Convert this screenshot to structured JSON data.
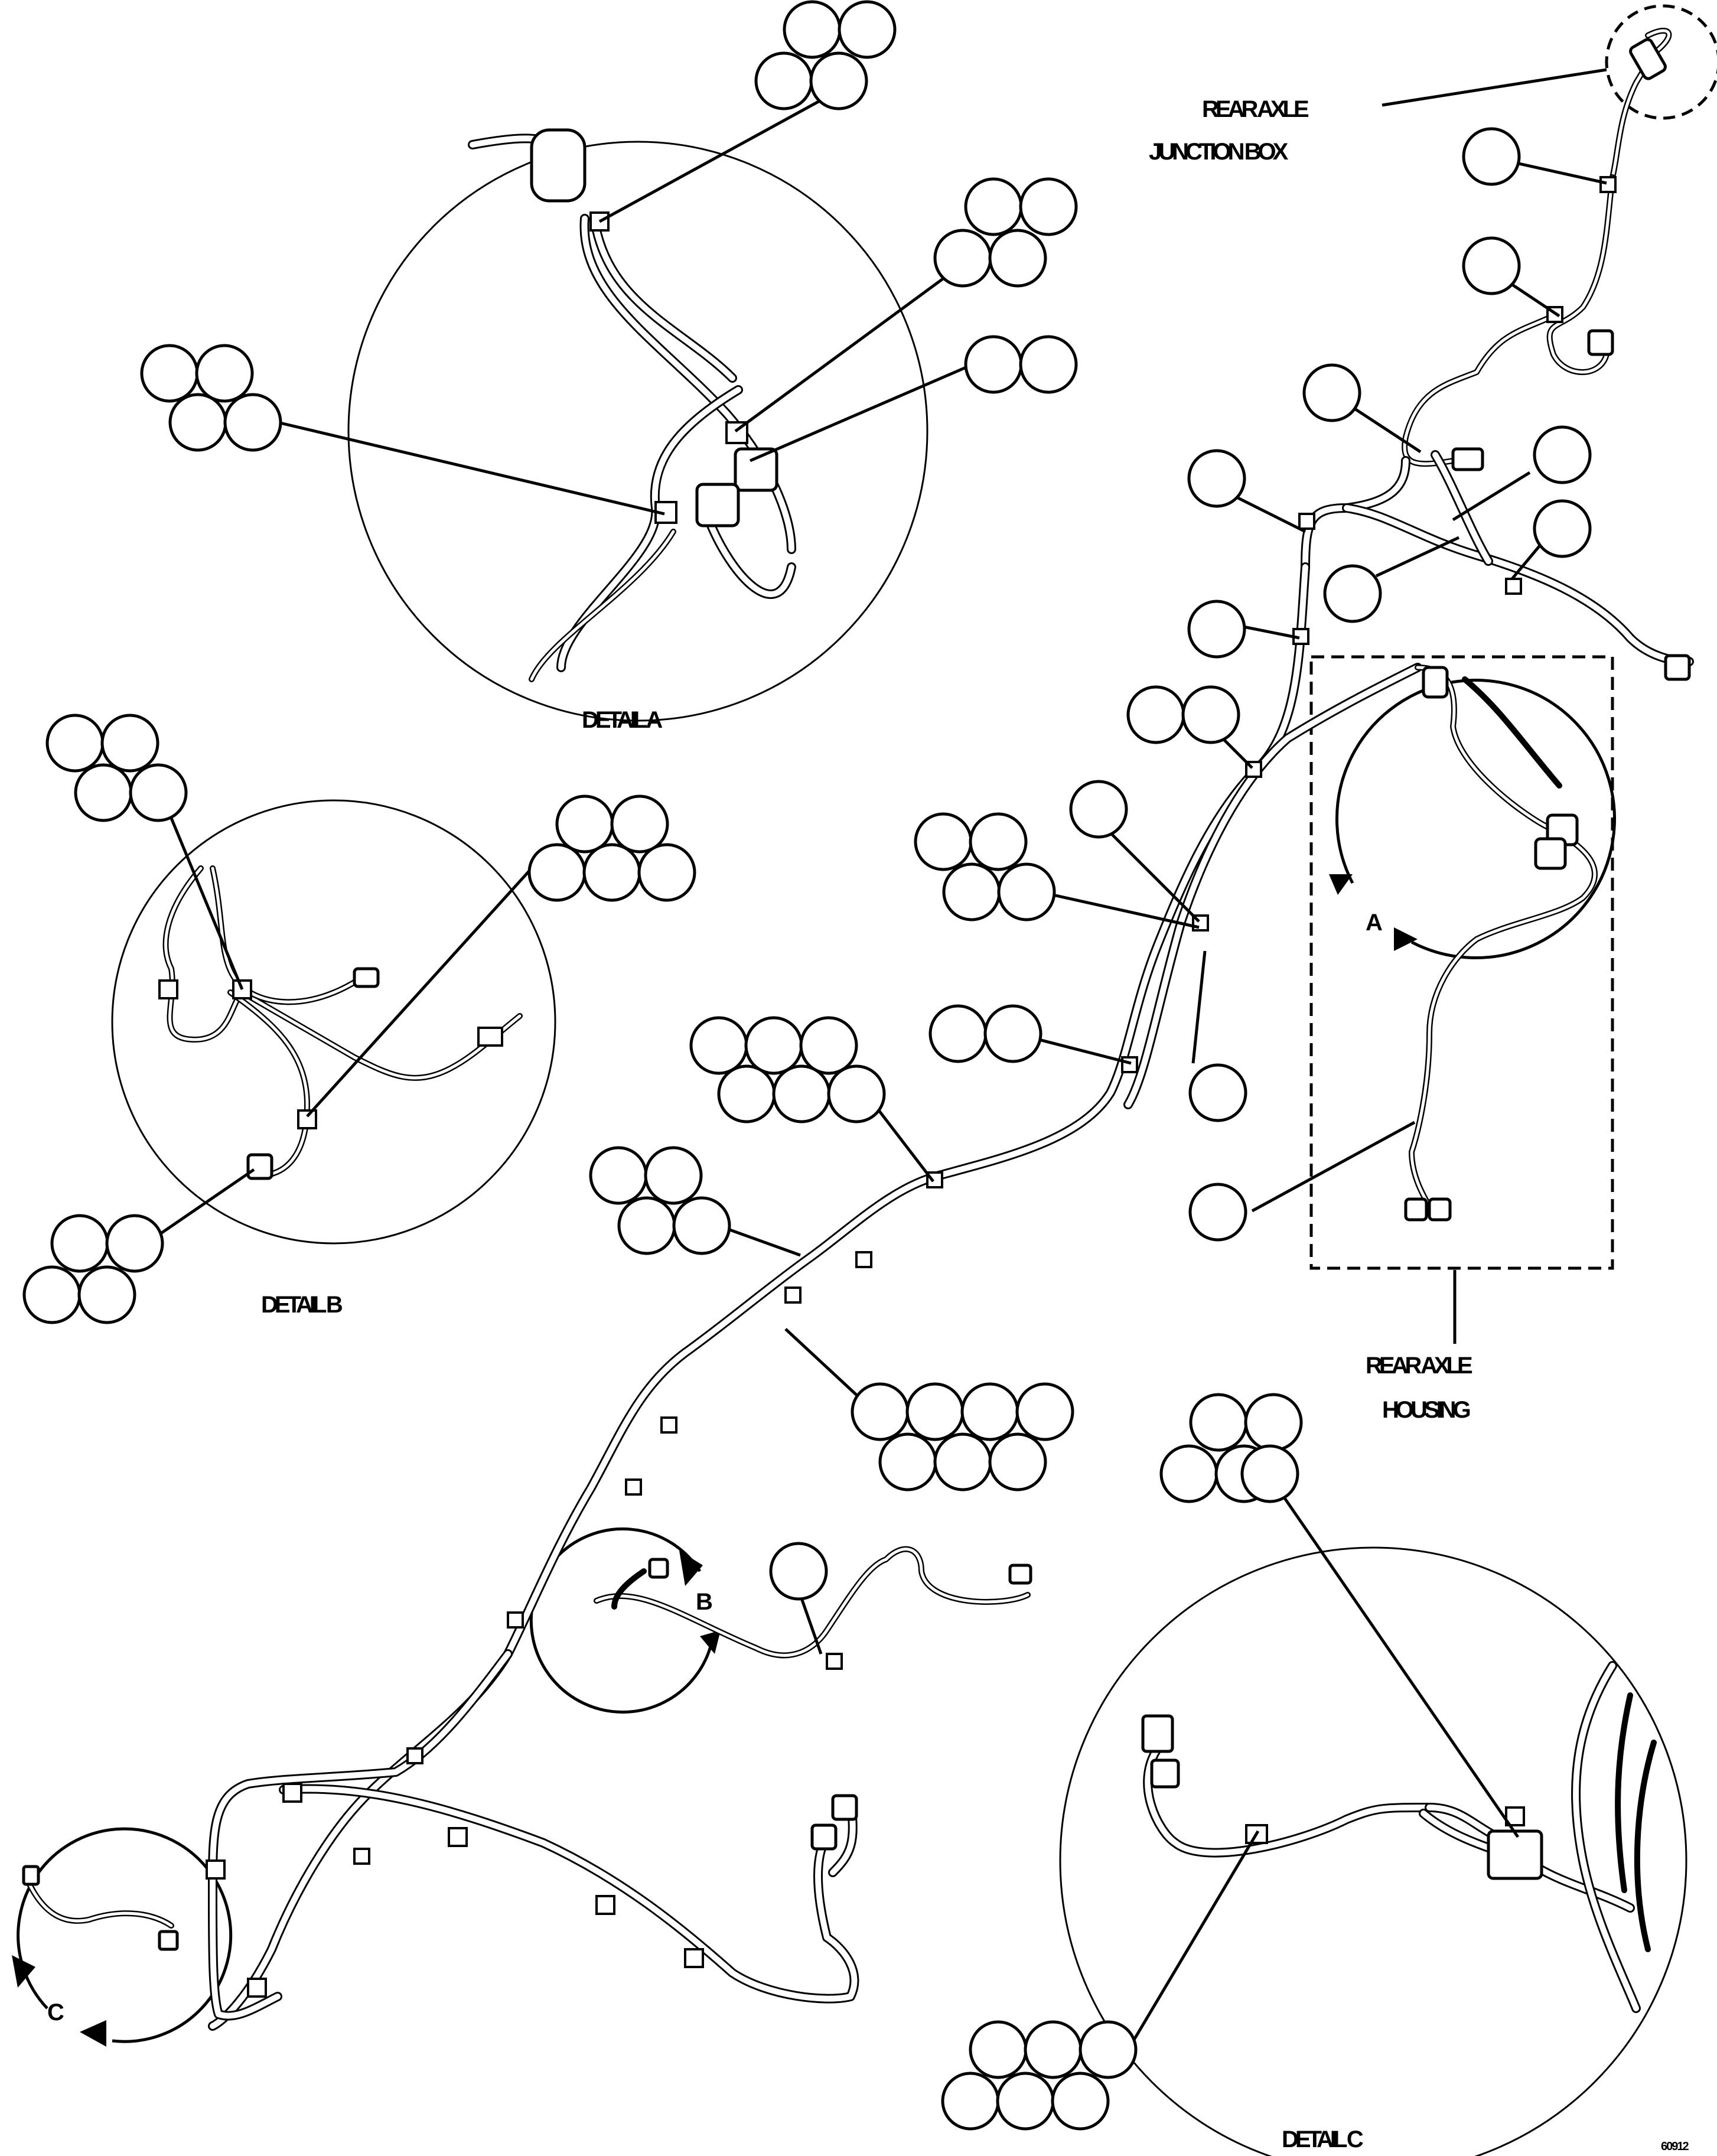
{
  "labels": {
    "rear_axle_junction_box_l1": "REAR AXLE",
    "rear_axle_junction_box_l2": "JUNCTION BOX",
    "detail_a": "DETAIL A",
    "detail_b": "DETAIL B",
    "detail_c": "DETAIL C",
    "rear_axle_housing_l1": "REAR AXLE",
    "rear_axle_housing_l2": "HOUSING",
    "view_a": "A",
    "view_b": "B",
    "view_c": "C",
    "figure_number": "60912"
  }
}
